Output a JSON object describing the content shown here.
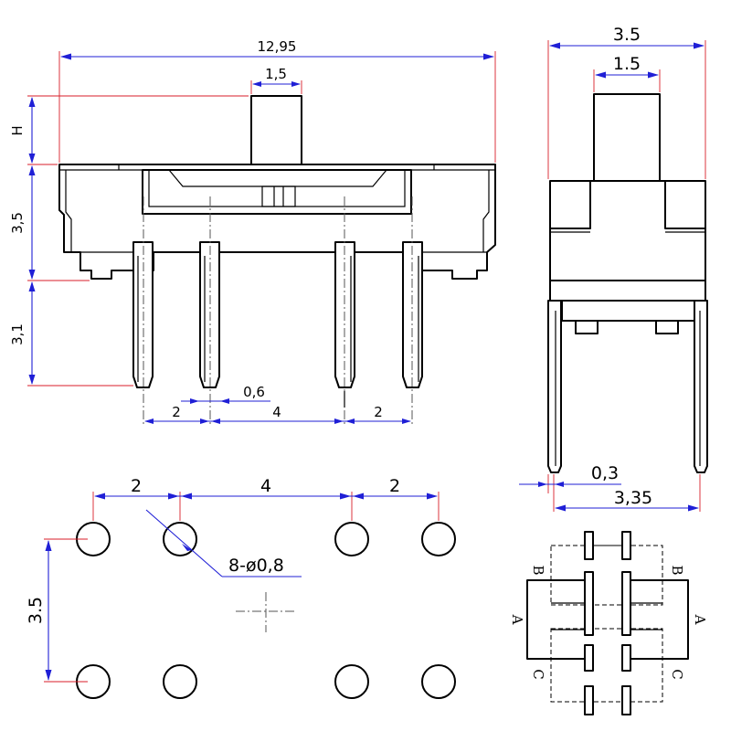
{
  "front_view": {
    "dim_total_width": "12,95",
    "dim_actuator_width": "1,5",
    "dim_h": "H",
    "dim_body_height": "3,5",
    "dim_pin_length": "3,1",
    "dim_pin_width": "0,6",
    "dim_pitch_left": "2",
    "dim_pitch_center": "4",
    "dim_pitch_right": "2"
  },
  "side_view": {
    "dim_width": "3.5",
    "dim_actuator_width": "1.5",
    "dim_pin_thickness": "0,3",
    "dim_pin_span": "3,35"
  },
  "pcb_layout": {
    "dim_pitch_left": "2",
    "dim_pitch_center": "4",
    "dim_pitch_right": "2",
    "dim_row_spacing": "3.5",
    "hole_note": "8-ø0,8"
  },
  "schematic": {
    "label_b_left": "B",
    "label_b_right": "B",
    "label_a_left": "A",
    "label_a_right": "A",
    "label_c_left": "C",
    "label_c_right": "C"
  },
  "colors": {
    "dimension_line": "#1f1fd6",
    "extension_line": "#d81e2a",
    "outline": "#000000"
  }
}
